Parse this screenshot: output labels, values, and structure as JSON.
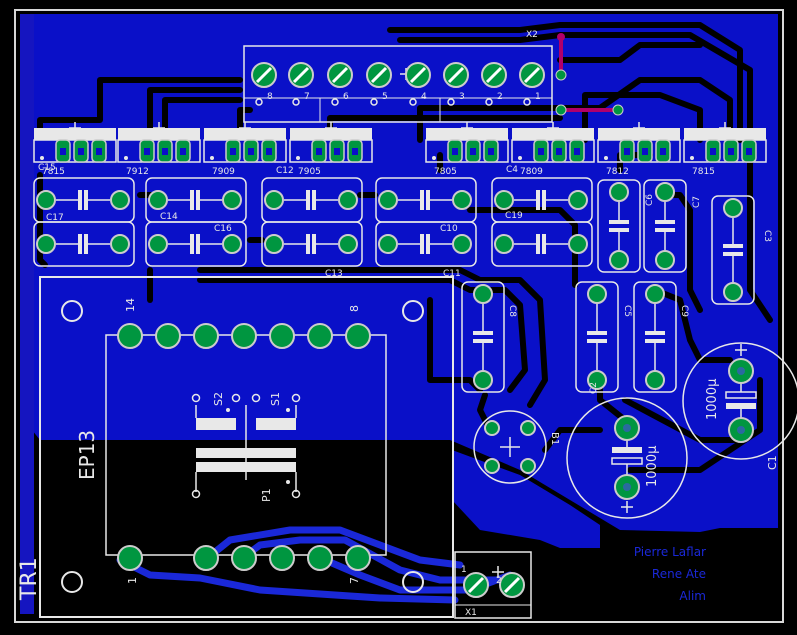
{
  "colors": {
    "background": "#000000",
    "copper_bottom": "#0a10c8",
    "trace": "#000000",
    "silkscreen": "#e8e8e8",
    "pad": "#009640",
    "via_ring": "#b8b8b8",
    "via_hole": "#2a6aa0",
    "airwire": "#b0006a"
  },
  "connector_x2": {
    "name": "X2",
    "pin_numbers": [
      "8",
      "7",
      "6",
      "5",
      "4",
      "3",
      "2",
      "1"
    ]
  },
  "regulators": [
    {
      "label": "7815"
    },
    {
      "label": "7912"
    },
    {
      "label": "7909"
    },
    {
      "label": "7905"
    },
    {
      "label": "7805"
    },
    {
      "label": "7809"
    },
    {
      "label": "7812"
    },
    {
      "label": "7815"
    }
  ],
  "capacitor_labels": {
    "c15": "C15",
    "c17": "C17",
    "c14": "C14",
    "c16": "C16",
    "c12": "C12",
    "c13": "C13",
    "c10": "C10",
    "c11": "C11",
    "c4": "C4",
    "c19": "C19",
    "c6": "C6",
    "c7": "C7",
    "c3": "C3",
    "c8": "C8",
    "c5": "C5",
    "c9": "C9",
    "c2": "C2",
    "c1": "C1"
  },
  "electrolytic": {
    "big_value": "1000µ",
    "right_value": "1000µ"
  },
  "bridge": {
    "name": "B1"
  },
  "transformer": {
    "name": "TR1",
    "core": "EP13",
    "pin_14": "14",
    "pin_8": "8",
    "pin_1": "1",
    "pin_7": "7",
    "s2": "S2",
    "s1": "S1",
    "p1": "P1"
  },
  "connector_x1": {
    "name": "X1",
    "pin1": "1",
    "pin2": "2"
  },
  "author": {
    "line1": "Pierre Laflar",
    "line2": "Rene Ate",
    "line3": "Alim"
  }
}
